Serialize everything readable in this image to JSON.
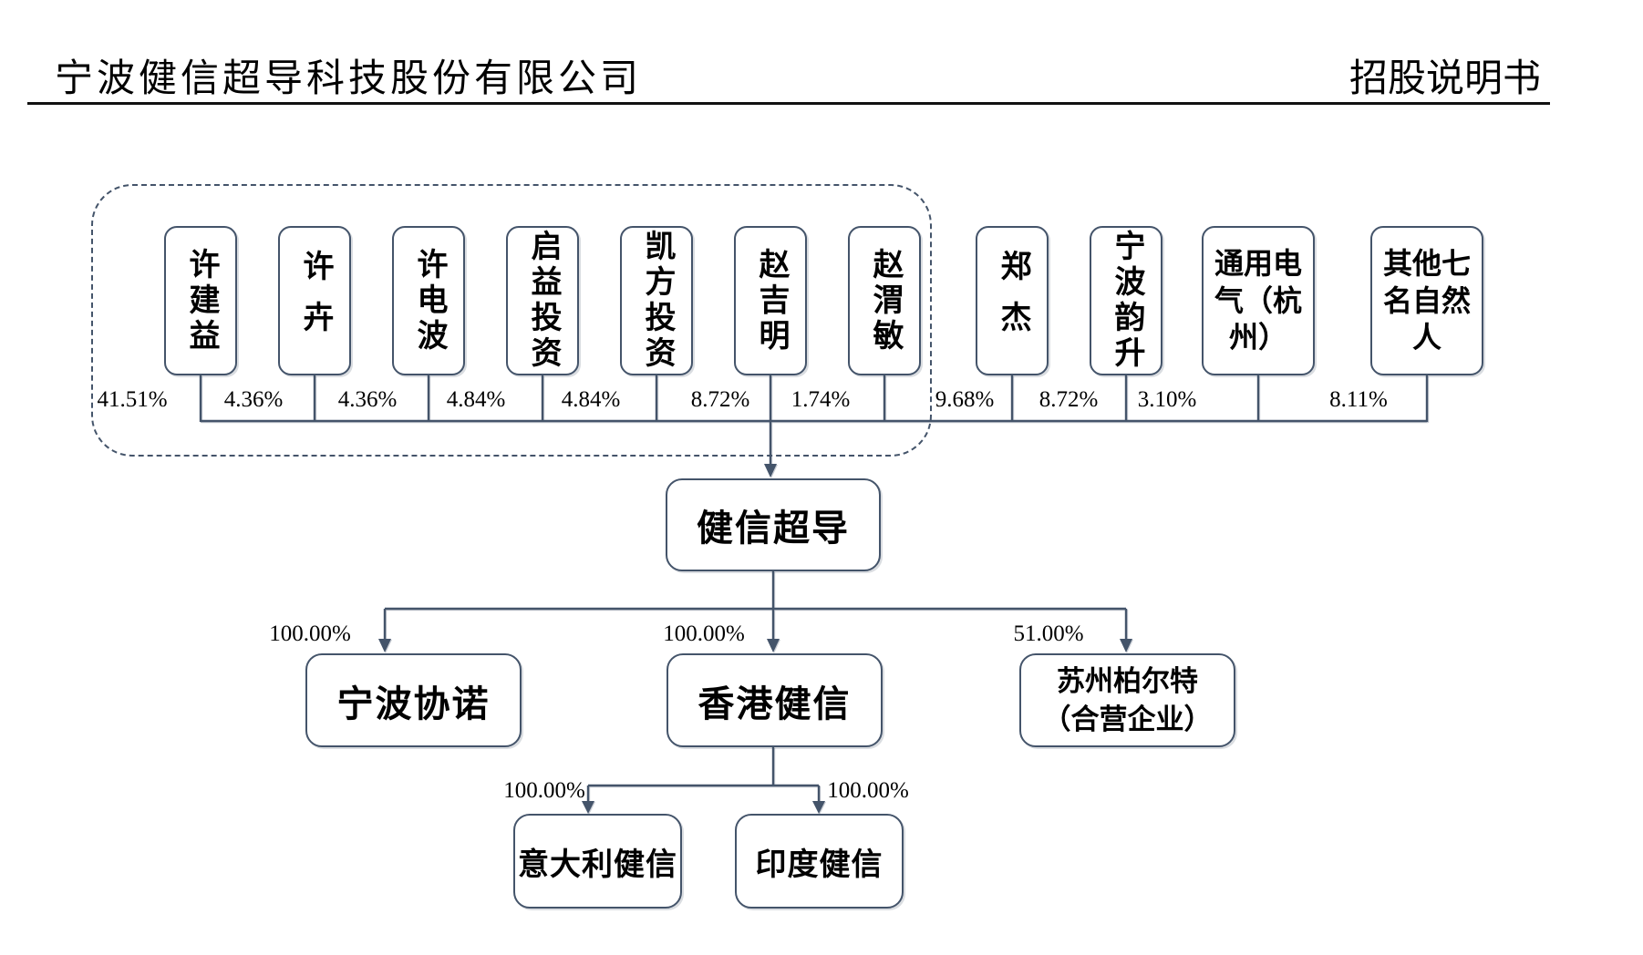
{
  "header": {
    "company_title": "宁波健信超导科技股份有限公司",
    "doc_type": "招股说明书"
  },
  "diagram": {
    "accent_color": "#44546A",
    "shareholders": [
      {
        "name": "许建益",
        "pct": "41.51%"
      },
      {
        "name": "许卉",
        "pct": "4.36%"
      },
      {
        "name": "许电波",
        "pct": "4.36%"
      },
      {
        "name": "启益投资",
        "pct": "4.84%"
      },
      {
        "name": "凯方投资",
        "pct": "4.84%"
      },
      {
        "name": "赵吉明",
        "pct": "8.72%"
      },
      {
        "name": "赵渭敏",
        "pct": "1.74%"
      },
      {
        "name": "郑杰",
        "pct": "9.68%"
      },
      {
        "name": "宁波韵升",
        "pct": "8.72%"
      },
      {
        "name": "通用电气（杭州）",
        "display": "通用电\n气（杭\n州）",
        "pct": "3.10%"
      },
      {
        "name": "其他七名自然人",
        "display": "其他七\n名自然\n人",
        "pct": "8.11%"
      }
    ],
    "company": {
      "name": "健信超导"
    },
    "subsidiaries": [
      {
        "name": "宁波协诺",
        "pct": "100.00%"
      },
      {
        "name": "香港健信",
        "pct": "100.00%"
      },
      {
        "name": "苏州柏尔特（合营企业）",
        "display": "苏州柏尔特\n（合营企业）",
        "pct": "51.00%"
      }
    ],
    "hk_subsidiaries": [
      {
        "name": "意大利健信",
        "pct": "100.00%"
      },
      {
        "name": "印度健信",
        "pct": "100.00%"
      }
    ]
  }
}
